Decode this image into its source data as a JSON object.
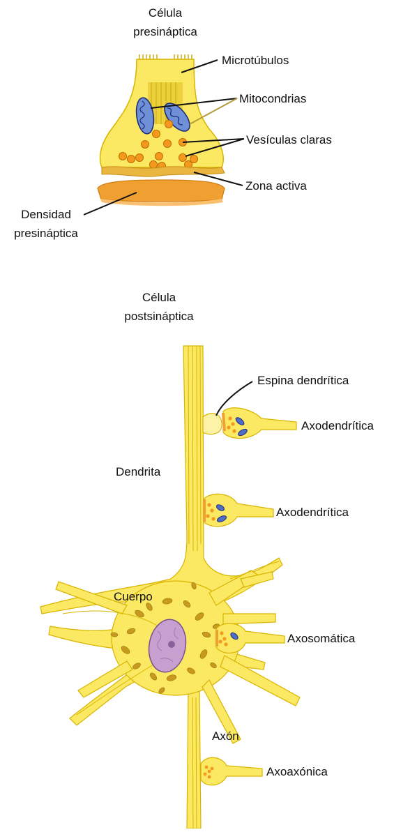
{
  "colors": {
    "cell_fill": "#fbe863",
    "cell_stroke": "#d8b400",
    "cell_light": "#fdf3a8",
    "vesicle": "#f39a1e",
    "vesicle_stroke": "#c06a00",
    "mito_fill": "#6f8fd6",
    "mito_stroke": "#1f2d7a",
    "density": "#f0a030",
    "nucleus": "#c8a0cf",
    "nucleus_stroke": "#7a4f8a",
    "nissl": "#c79a1e",
    "leader": "#111111",
    "microtubule_leader": "#b49a3a"
  },
  "top_diagram": {
    "title_line1": "Célula",
    "title_line2": "presináptica",
    "labels": {
      "microtubulos": "Microtúbulos",
      "mitocondrias": "Mitocondrias",
      "vesiculas": "Vesículas claras",
      "zona_activa": "Zona activa",
      "densidad_line1": "Densidad",
      "densidad_line2": "presináptica"
    }
  },
  "bottom_diagram": {
    "title_line1": "Célula",
    "title_line2": "postsináptica",
    "labels": {
      "espina": "Espina dendrítica",
      "axodendritica_1": "Axodendrítica",
      "axodendritica_2": "Axodendrítica",
      "dendrita": "Dendrita",
      "cuerpo": "Cuerpo",
      "axosomatica": "Axosomática",
      "axon": "Axón",
      "axoaxonica": "Axoaxónica"
    }
  }
}
